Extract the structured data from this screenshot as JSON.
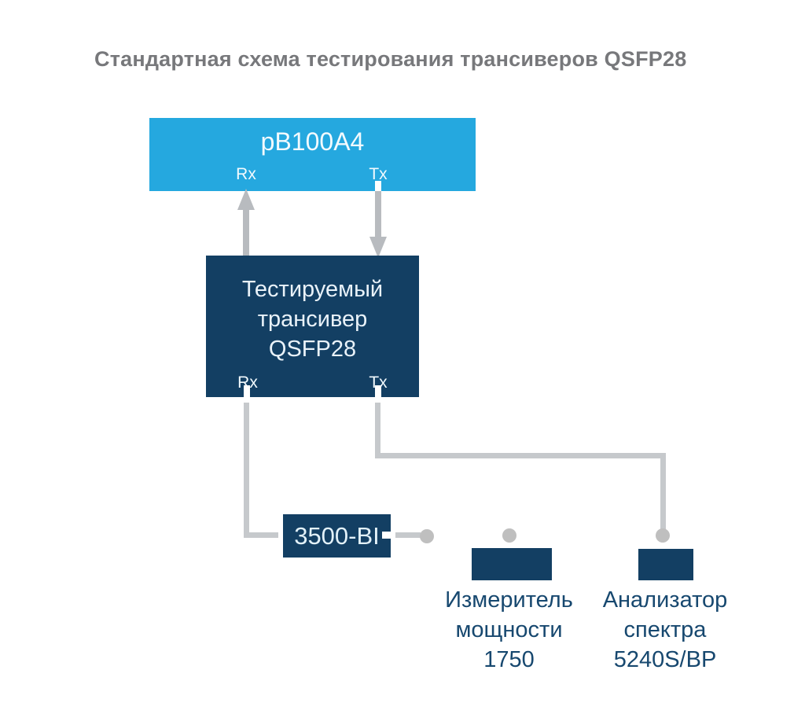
{
  "title": "Стандартная схема тестирования трансиверов QSFP28",
  "colors": {
    "light_blue": "#25A8DF",
    "navy": "#133F63",
    "line_gray": "#C6C9CC",
    "arrow_gray": "#B8BBBF",
    "dot_gray": "#BFBFBF",
    "title_gray": "#77787B",
    "instrument_label_navy": "#17486F"
  },
  "bert_box": {
    "label": "pB100A4",
    "rx": "Rx",
    "tx": "Tx"
  },
  "dut_box": {
    "lines": [
      "Тестируемый",
      "трансивер",
      "QSFP28"
    ],
    "rx": "Rx",
    "tx": "Tx"
  },
  "attenuator_box": {
    "label": "3500-BI"
  },
  "power_meter": {
    "lines": [
      "Измеритель",
      "мощности",
      "1750"
    ]
  },
  "spectrum_analyzer": {
    "lines": [
      "Анализатор",
      "спектра",
      "5240S/BP"
    ]
  }
}
